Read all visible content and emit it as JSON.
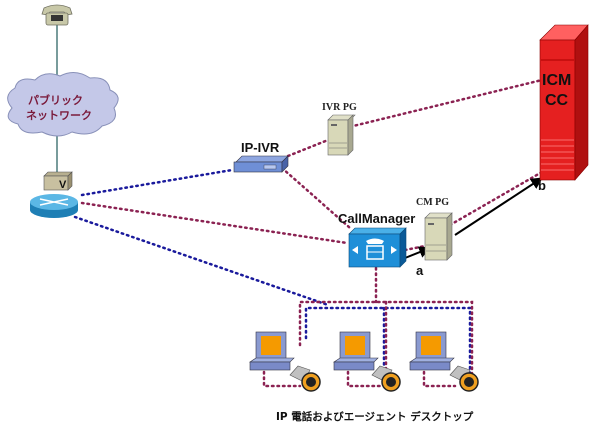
{
  "labels": {
    "public_network": [
      "パブリック",
      "ネットワーク"
    ],
    "voice_gateway": "V",
    "ip_ivr": "IP-IVR",
    "ivr_pg": "IVR PG",
    "callmanager": "CallManager",
    "cm_pg": "CM PG",
    "icm_cc": [
      "ICM",
      "CC"
    ],
    "arrow_a": "a",
    "arrow_b": "b",
    "caption": "IP 電話およびエージェント デスクトップ"
  },
  "colors": {
    "voice_link": "#1a1a9c",
    "data_link": "#8b2252",
    "arrow": "#000000",
    "icm_red": "#e52020",
    "monitor_orange": "#f59a00"
  },
  "links": [
    {
      "from": "pstn-phone",
      "to": "public-network",
      "style": "solid"
    },
    {
      "from": "public-network",
      "to": "voice-gateway",
      "style": "solid"
    },
    {
      "from": "router",
      "to": "ip-ivr",
      "style": "voice"
    },
    {
      "from": "router",
      "to": "callmanager",
      "style": "data"
    },
    {
      "from": "router",
      "to": "agent-desktops",
      "style": "voice"
    },
    {
      "from": "ip-ivr",
      "to": "ivr-pg",
      "style": "data"
    },
    {
      "from": "ivr-pg",
      "to": "icm-cc",
      "style": "data"
    },
    {
      "from": "ip-ivr",
      "to": "callmanager",
      "style": "data"
    },
    {
      "from": "callmanager",
      "to": "cm-pg",
      "style": "data"
    },
    {
      "from": "cm-pg",
      "to": "icm-cc",
      "style": "data"
    },
    {
      "from": "callmanager",
      "to": "agent-desktops",
      "style": "data"
    },
    {
      "from": "callmanager",
      "to": "cm-pg",
      "style": "arrow",
      "label": "a"
    },
    {
      "from": "cm-pg",
      "to": "icm-cc",
      "style": "arrow",
      "label": "b"
    }
  ]
}
